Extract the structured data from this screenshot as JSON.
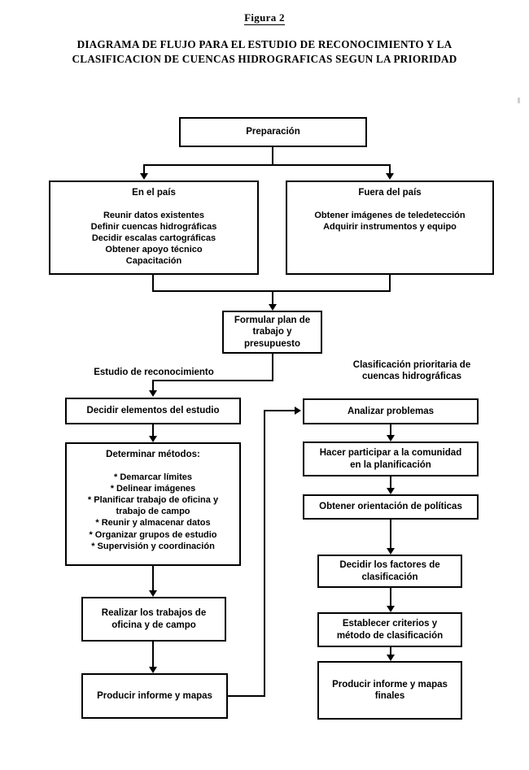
{
  "figure": {
    "label": "Figura 2",
    "title_line1": "DIAGRAMA DE FLUJO PARA EL ESTUDIO DE RECONOCIMIENTO Y LA",
    "title_line2": "CLASIFICACION DE CUENCAS HIDROGRAFICAS SEGUN LA PRIORIDAD"
  },
  "colors": {
    "ink": "#000000",
    "paper": "#ffffff"
  },
  "nodes": {
    "preparacion": {
      "title": "Preparación"
    },
    "en_el_pais": {
      "title": "En el país",
      "items": [
        "Reunir datos existentes",
        "Definir cuencas hidrográficas",
        "Decidir escalas cartográficas",
        "Obtener apoyo técnico",
        "Capacitación"
      ]
    },
    "fuera_del_pais": {
      "title": "Fuera del país",
      "items": [
        "Obtener imágenes de teledetección",
        "Adquirir instrumentos y equipo"
      ]
    },
    "formular_plan": {
      "line1": "Formular plan de",
      "line2": "trabajo y",
      "line3": "presupuesto"
    },
    "decidir_elementos": {
      "title": "Decidir elementos del estudio"
    },
    "determinar_metodos": {
      "title": "Determinar métodos:",
      "items": [
        "* Demarcar límites",
        "* Delinear imágenes",
        "* Planificar trabajo de oficina y",
        "trabajo de campo",
        "* Reunir y almacenar datos",
        "* Organizar grupos de estudio",
        "* Supervisión y coordinación"
      ]
    },
    "realizar_trabajos": {
      "line1": "Realizar los trabajos de",
      "line2": "oficina y de campo"
    },
    "producir_informe": {
      "title": "Producir informe y mapas"
    },
    "analizar_problemas": {
      "title": "Analizar problemas"
    },
    "hacer_participar": {
      "line1": "Hacer participar a la comunidad",
      "line2": "en la planificación"
    },
    "obtener_orientacion": {
      "title": "Obtener orientación de políticas"
    },
    "decidir_factores": {
      "line1": "Decidir los factores de",
      "line2": "clasificación"
    },
    "establecer_criterios": {
      "line1": "Establecer criterios y",
      "line2": "método de clasificación"
    },
    "producir_informe_final": {
      "line1": "Producir informe y mapas",
      "line2": "finales"
    }
  },
  "sections": {
    "left_heading": "Estudio de reconocimiento",
    "right_heading_line1": "Clasificación prioritaria de",
    "right_heading_line2": "cuencas hidrográficas"
  }
}
